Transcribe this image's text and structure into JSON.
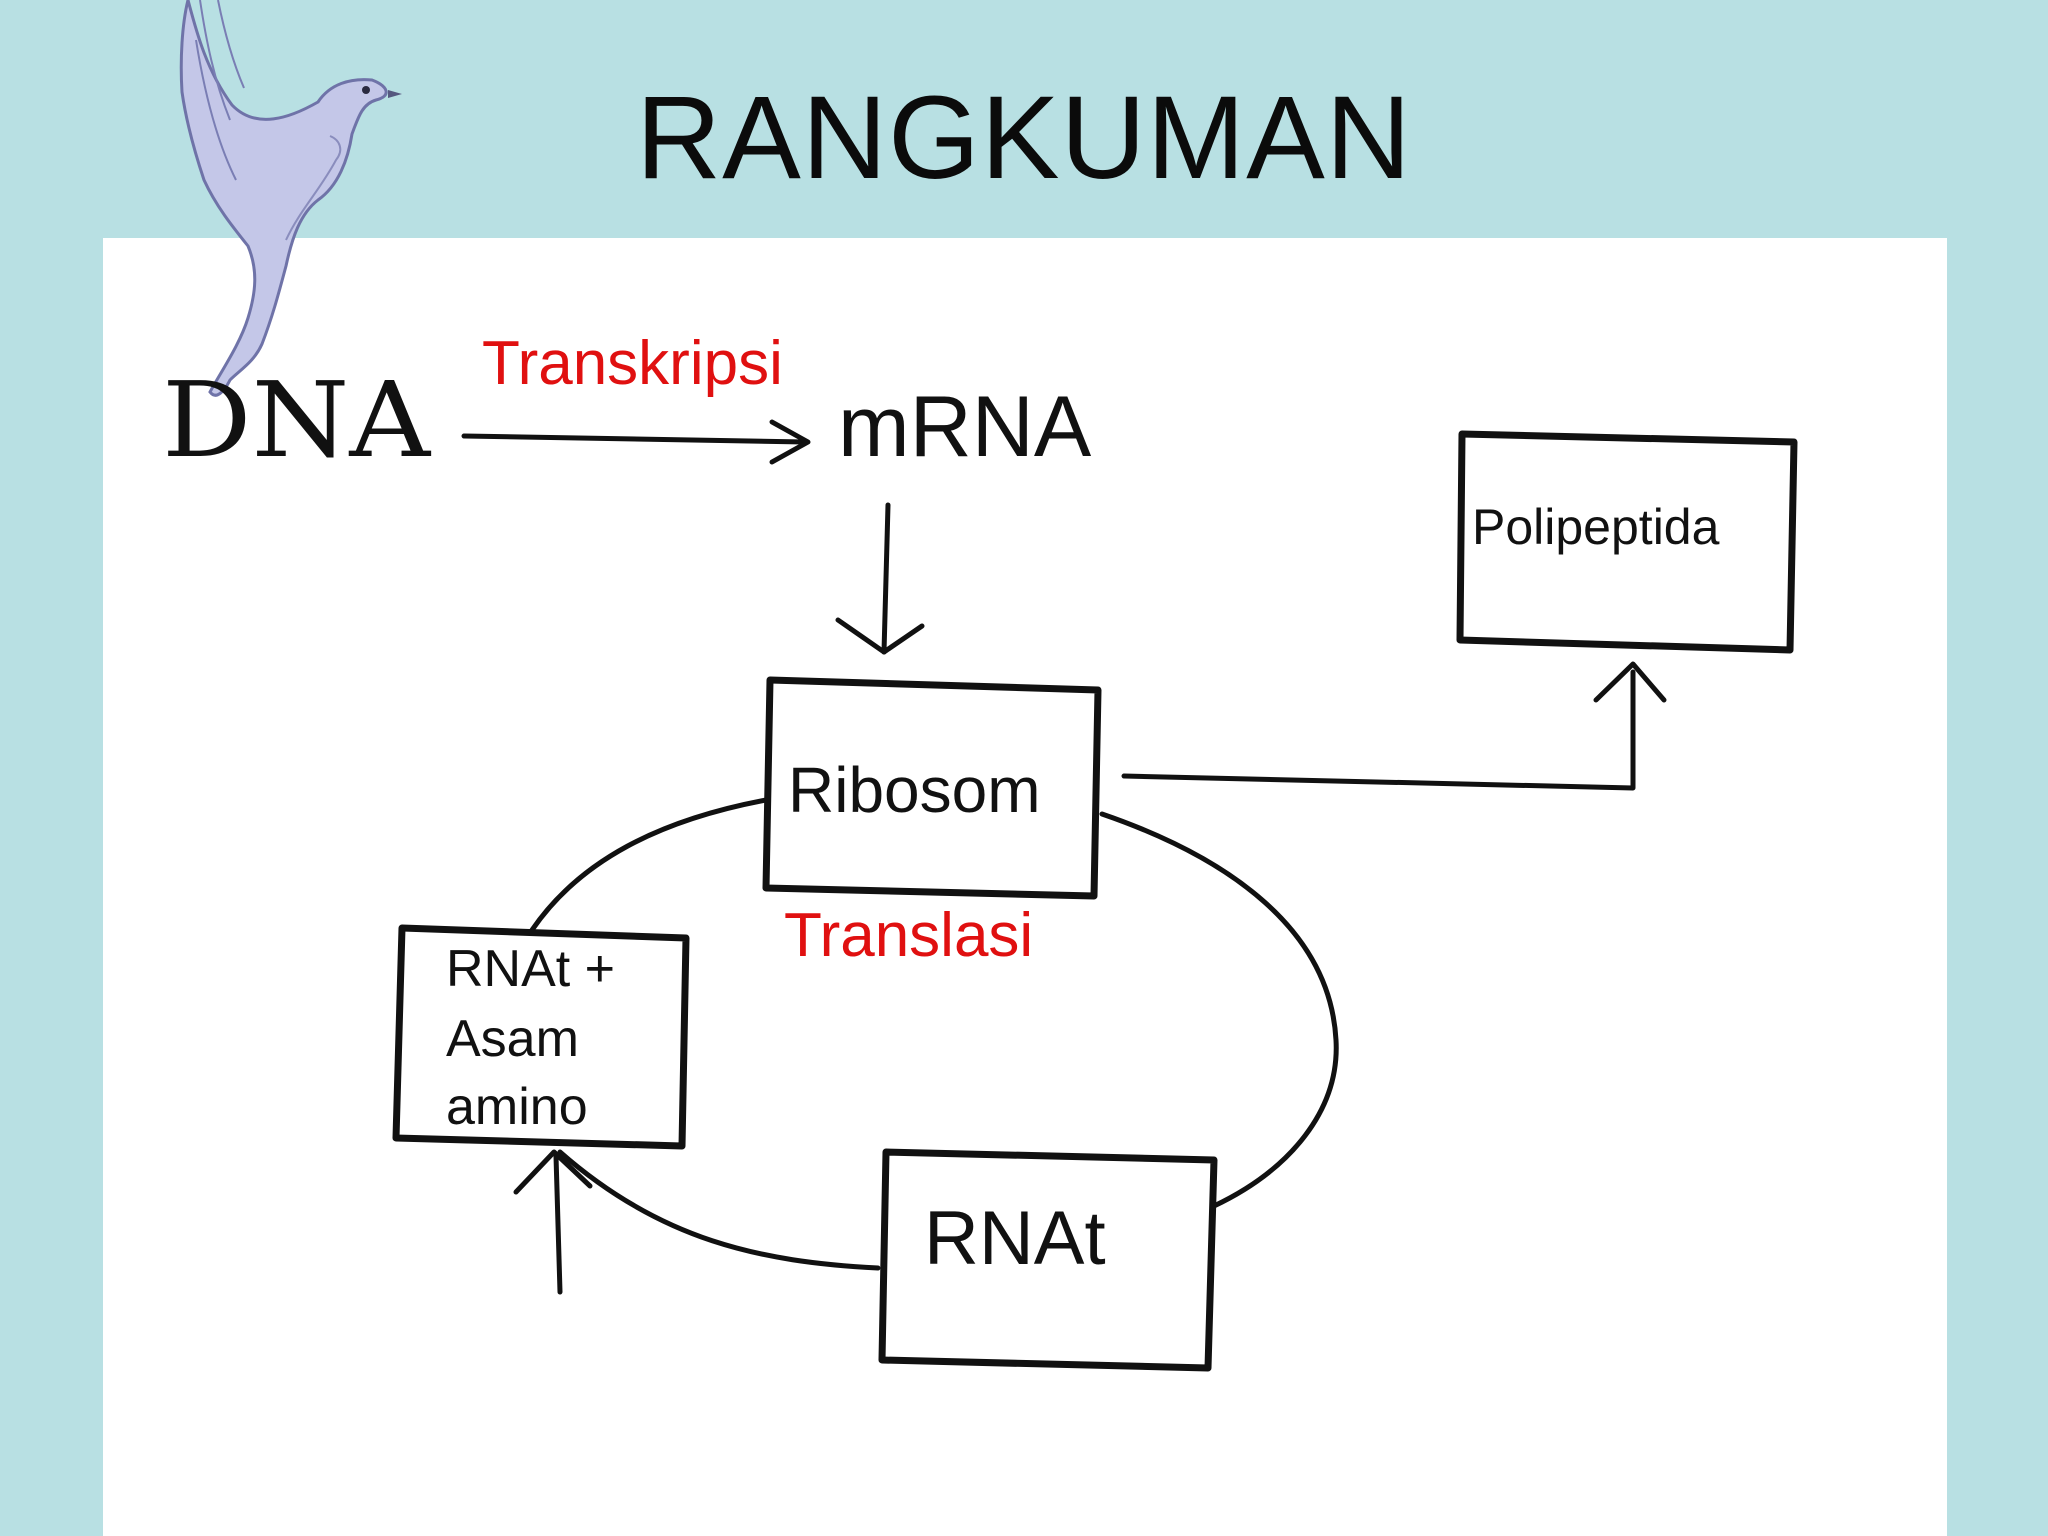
{
  "slide": {
    "title": "RANGKUMAN"
  },
  "colors": {
    "background": "#b8e0e3",
    "panel": "#ffffff",
    "accent_red": "#e01010",
    "ink": "#111111"
  },
  "diagram": {
    "nodes": {
      "dna": "DNA",
      "mrna": "mRNA",
      "ribosom": "Ribosom",
      "polipeptida": "Polipeptida",
      "rnat_asam_line1": "RNAt +",
      "rnat_asam_line2": "Asam",
      "rnat_asam_line3": "amino",
      "rnat": "RNAt"
    },
    "process_labels": {
      "transkripsi": "Transkripsi",
      "translasi": "Translasi"
    },
    "decoration": {
      "bird": "dove-icon"
    }
  }
}
